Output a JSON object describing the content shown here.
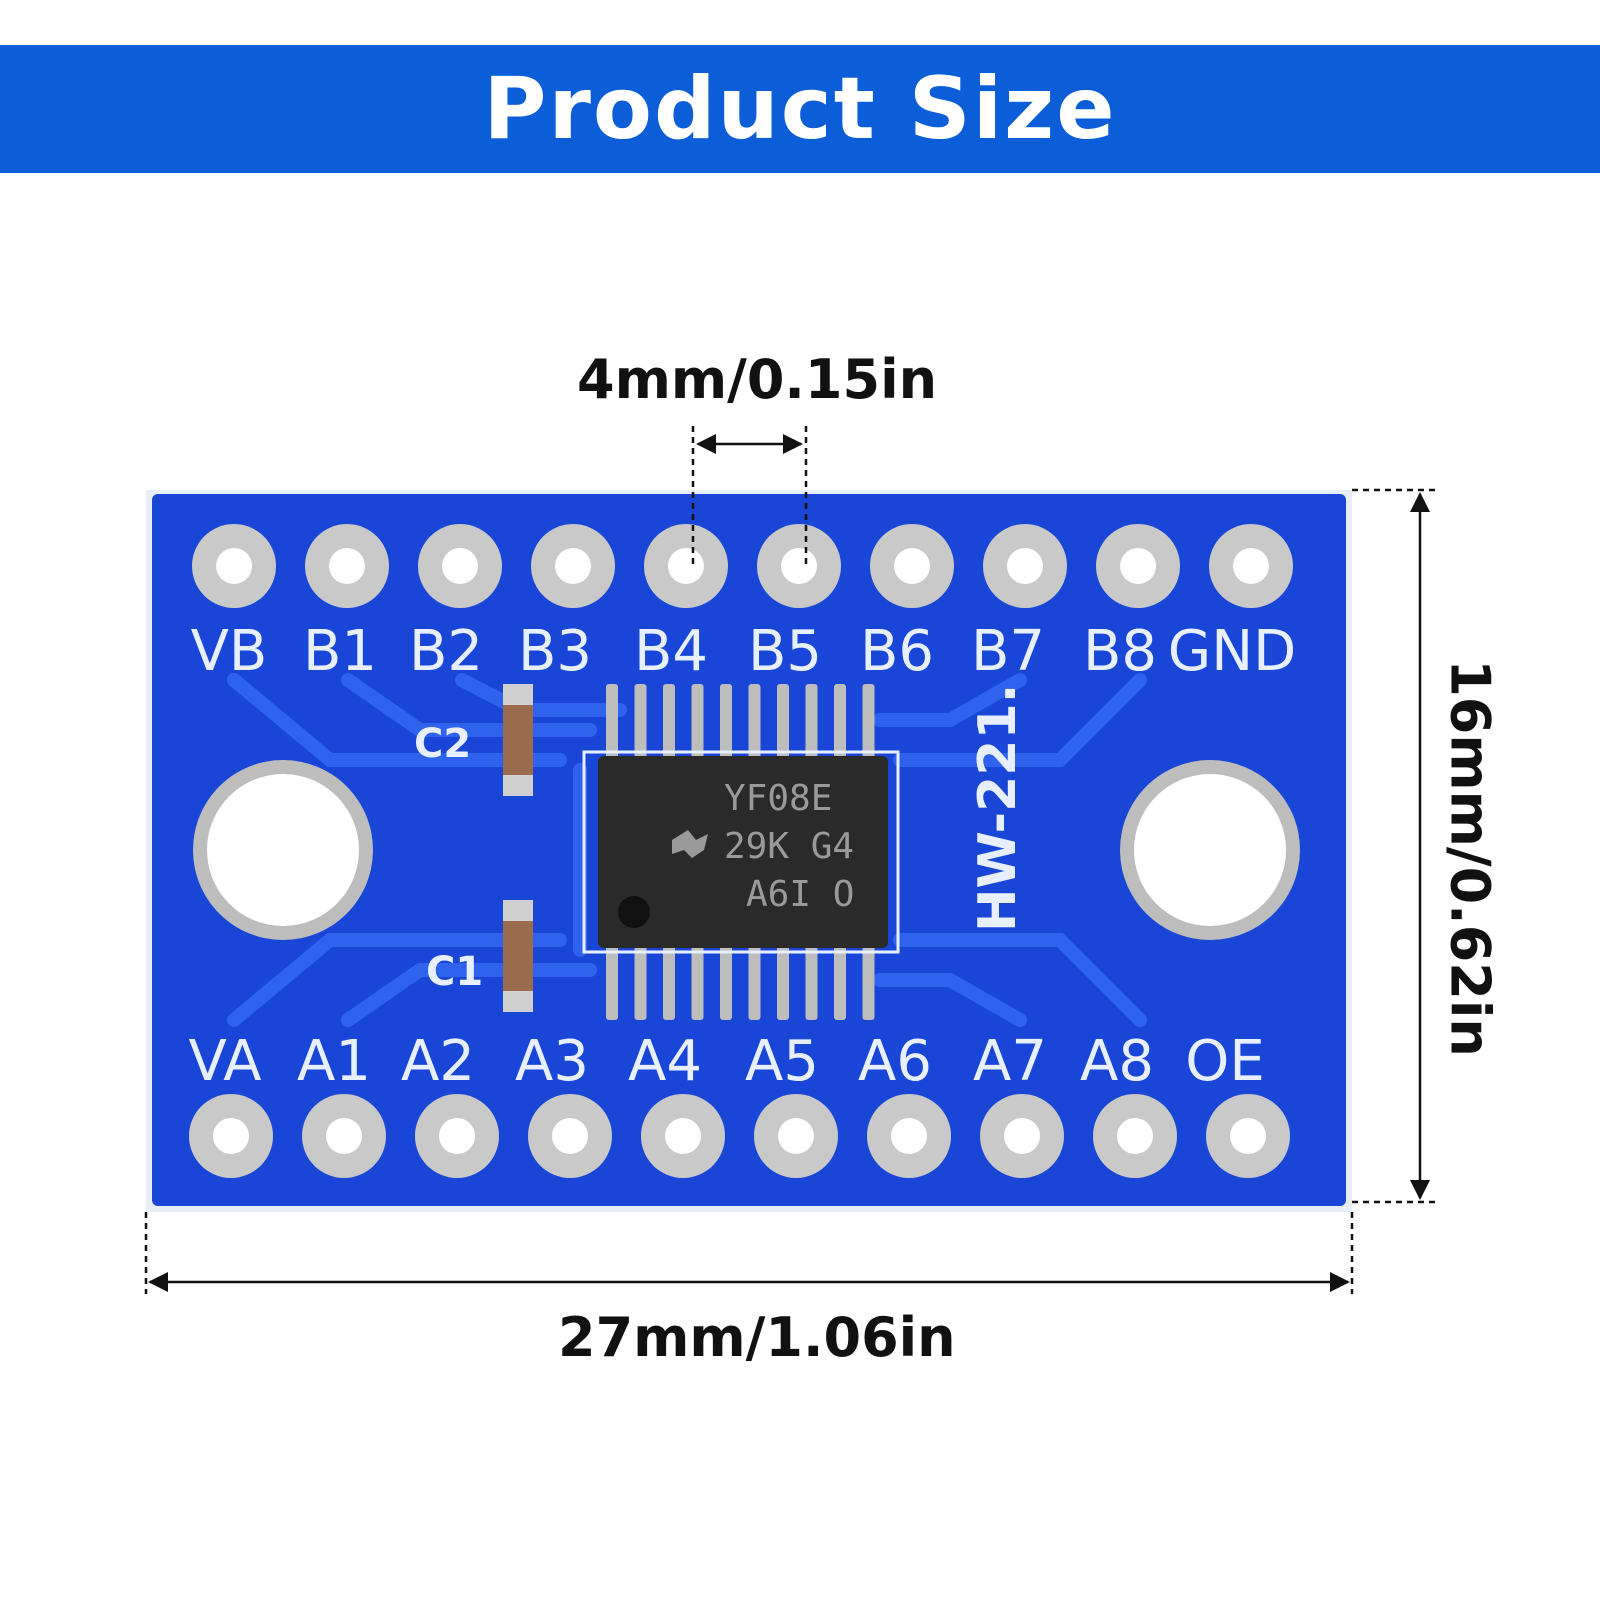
{
  "banner": {
    "title": "Product Size"
  },
  "dimensions": {
    "pin_pitch": "4mm/0.15in",
    "width": "27mm/1.06in",
    "height": "16mm/0.62in"
  },
  "board": {
    "model": "HW-221.",
    "top_pins": [
      "VB",
      "B1",
      "B2",
      "B3",
      "B4",
      "B5",
      "B6",
      "B7",
      "B8",
      "GND"
    ],
    "bottom_pins": [
      "VA",
      "A1",
      "A2",
      "A3",
      "A4",
      "A5",
      "A6",
      "A7",
      "A8",
      "OE"
    ],
    "capacitors": [
      "C2",
      "C1"
    ],
    "chip_marking": [
      "YF08E",
      "29K G4",
      "A6I O"
    ]
  },
  "colors": {
    "banner": "#0b5ed7",
    "pcb": "#1946d6",
    "pcb_trace": "#2f63ee",
    "silkscreen": "#e8f0ff",
    "pad": "#c9c9c9",
    "chip": "#2a2a2a"
  }
}
